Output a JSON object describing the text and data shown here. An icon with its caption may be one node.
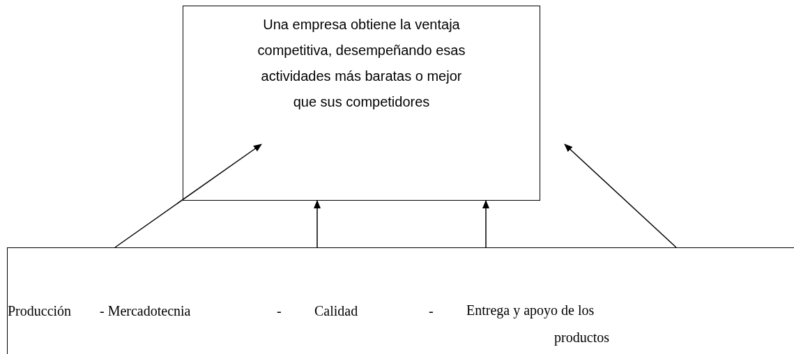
{
  "diagram": {
    "nodes": [
      {
        "text": [
          "Una empresa obtiene la ventaja competitiva, desempeñando esas actividades más baratas o mejor que sus competidores"
        ]
      },
      {
        "text": [
          "Producción",
          "- Mercadotecnia",
          "-",
          "Calidad",
          "-",
          "Entrega y apoyo de los productos"
        ]
      }
    ],
    "edges": [
      {
        "from": 1,
        "to": 0,
        "arrow": "to"
      },
      {
        "from": 1,
        "to": 0,
        "arrow": "to"
      },
      {
        "from": 1,
        "to": 0,
        "arrow": "to"
      },
      {
        "from": 1,
        "to": 0,
        "arrow": "to"
      }
    ]
  }
}
